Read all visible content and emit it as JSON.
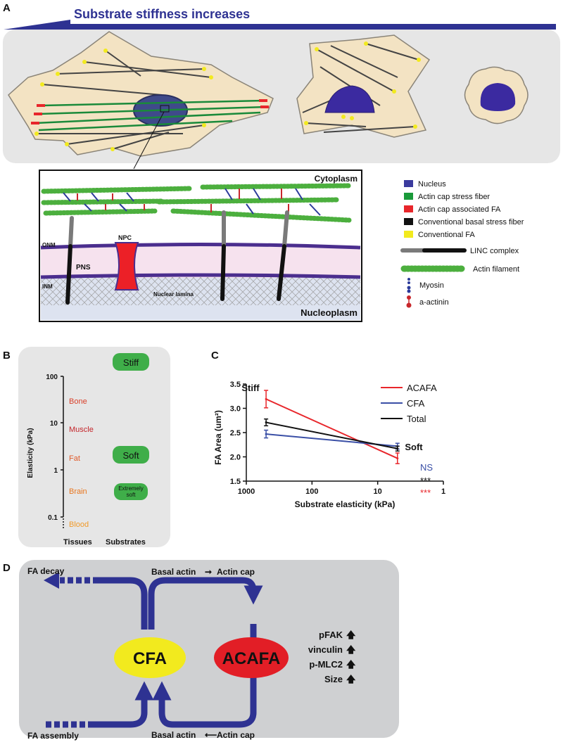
{
  "panel_a": {
    "label": "A",
    "gradient_title": "Substrate stiffness increases",
    "inset": {
      "cytoplasm": "Cytoplasm",
      "nucleoplasm": "Nucleoplasm",
      "onm": "ONM",
      "inm": "INM",
      "pns": "PNS",
      "npc": "NPC",
      "lamina": "Nuclear lamina"
    },
    "legend": [
      {
        "label": "Nucleus",
        "color": "#3b3b9e",
        "icon": "swatch"
      },
      {
        "label": "Actin cap stress fiber",
        "color": "#1a9a3a",
        "icon": "swatch"
      },
      {
        "label": "Actin cap associated FA",
        "color": "#e8262b",
        "icon": "swatch"
      },
      {
        "label": "Conventional basal stress fiber",
        "color": "#111111",
        "icon": "swatch"
      },
      {
        "label": "Conventional FA",
        "color": "#f2ea1e",
        "icon": "swatch"
      },
      {
        "label": "LINC complex",
        "color": "#111111",
        "icon": "linc"
      },
      {
        "label": "Actin filament",
        "color": "#4caf3e",
        "icon": "actin"
      },
      {
        "label": "Myosin",
        "color": "#2a3a9a",
        "icon": "myosin"
      },
      {
        "label": "a-actinin",
        "color": "#c8262b",
        "icon": "actinin"
      }
    ]
  },
  "panel_b": {
    "label": "B",
    "ylabel": "Elasticity (kPa)",
    "ticks": [
      "100",
      "10",
      "1",
      "0.1"
    ],
    "tissues": [
      {
        "label": "Bone",
        "color": "#d9402a"
      },
      {
        "label": "Muscle",
        "color": "#c4262b"
      },
      {
        "label": "Fat",
        "color": "#e05a2a"
      },
      {
        "label": "Brain",
        "color": "#e8761e"
      },
      {
        "label": "Blood",
        "color": "#f09a2a"
      }
    ],
    "substrates": [
      {
        "label": "Stiff"
      },
      {
        "label": "Soft"
      },
      {
        "label": "Extremely soft"
      }
    ],
    "xlabel_tissues": "Tissues",
    "xlabel_substrates": "Substrates"
  },
  "panel_c": {
    "label": "C",
    "stiff_label": "Stiff",
    "soft_label": "Soft",
    "significance": [
      {
        "text": "NS",
        "color": "#3a4fa6"
      },
      {
        "text": "***",
        "color": "#111111"
      },
      {
        "text": "***",
        "color": "#e8262b"
      }
    ]
  },
  "chart_data": {
    "type": "line",
    "title": "",
    "xlabel": "Substrate elasticity (kPa)",
    "ylabel": "FA Area (um²)",
    "x_scale": "log",
    "x_reversed": true,
    "xlim": [
      1000,
      1
    ],
    "ylim": [
      1.5,
      3.5
    ],
    "x_ticks": [
      "1000",
      "100",
      "10",
      "1"
    ],
    "y_ticks": [
      "1.5",
      "2.0",
      "2.5",
      "3.0",
      "3.5"
    ],
    "legend_position": "top-right",
    "series": [
      {
        "name": "ACAFA",
        "color": "#e8262b",
        "x": [
          500,
          5
        ],
        "y": [
          3.19,
          1.97
        ],
        "err": [
          0.18,
          0.11
        ]
      },
      {
        "name": "CFA",
        "color": "#3a4fa6",
        "x": [
          500,
          5
        ],
        "y": [
          2.47,
          2.22
        ],
        "err": [
          0.08,
          0.06
        ]
      },
      {
        "name": "Total",
        "color": "#111111",
        "x": [
          500,
          5
        ],
        "y": [
          2.71,
          2.17
        ],
        "err": [
          0.07,
          0.05
        ]
      }
    ]
  },
  "panel_d": {
    "label": "D",
    "cfa": "CFA",
    "acafa": "ACAFA",
    "fa_decay": "FA decay",
    "fa_assembly": "FA assembly",
    "top_flow": {
      "left": "Basal actin",
      "right": "Actin cap"
    },
    "bottom_flow": {
      "left": "Basal actin",
      "right": "Actin cap"
    },
    "markers": [
      "pFAK",
      "vinculin",
      "p-MLC2",
      "Size"
    ]
  }
}
